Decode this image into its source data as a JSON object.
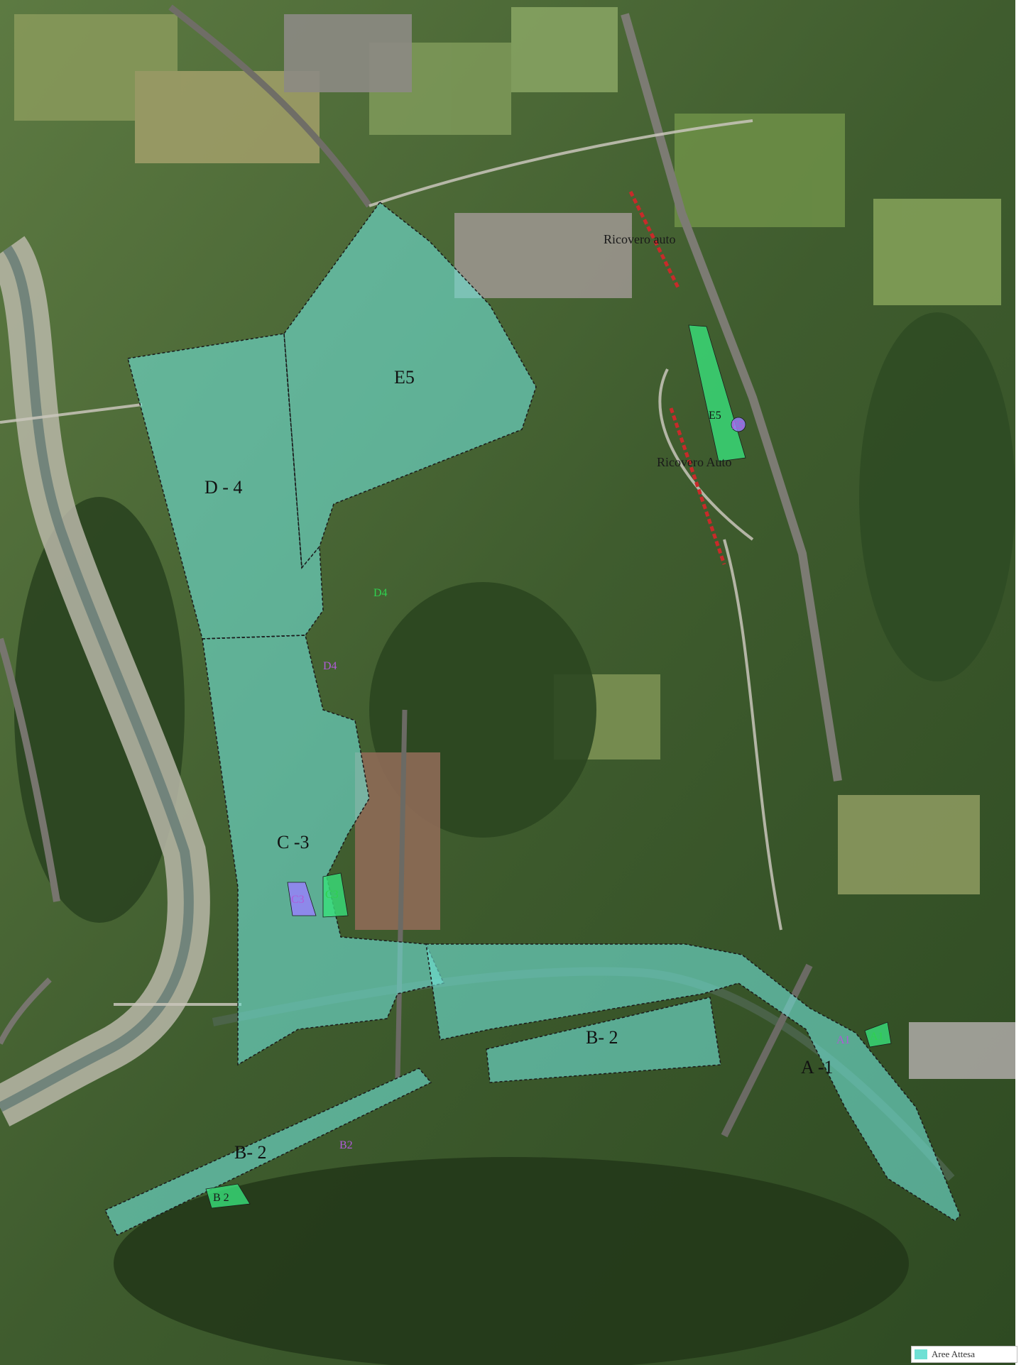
{
  "colors": {
    "zone_fill": "#6fe0d4",
    "zone_stroke": "#1a1a1a",
    "wait_area_fill": "#38e07a",
    "gather_area_fill": "#9a80ff",
    "green_label": "#2fd14f",
    "purple_label": "#b05ad8",
    "shelter_line": "#c82a2a",
    "background_vegetation": "#3d5a2c"
  },
  "zones": [
    {
      "id": "E5",
      "label": "E5"
    },
    {
      "id": "D4",
      "label": "D - 4"
    },
    {
      "id": "C3",
      "label": "C -3"
    },
    {
      "id": "B2a",
      "label": "B- 2"
    },
    {
      "id": "B2b",
      "label": "B- 2"
    },
    {
      "id": "A1",
      "label": "A -1"
    }
  ],
  "areas": {
    "e5_green": "E5",
    "e5_purple": "E5",
    "d4_green": "D4",
    "d4_purple": "D4",
    "c3_purple": "C3",
    "c3_green": "C3",
    "b2_green": "B 2",
    "b2_purple": "B2",
    "a1_purple": "A1",
    "a1_green": "A1"
  },
  "places": {
    "ricovero_1": "Ricovero auto",
    "ricovero_2": "Ricovero Auto"
  },
  "legend": {
    "label": "Aree Attesa"
  }
}
